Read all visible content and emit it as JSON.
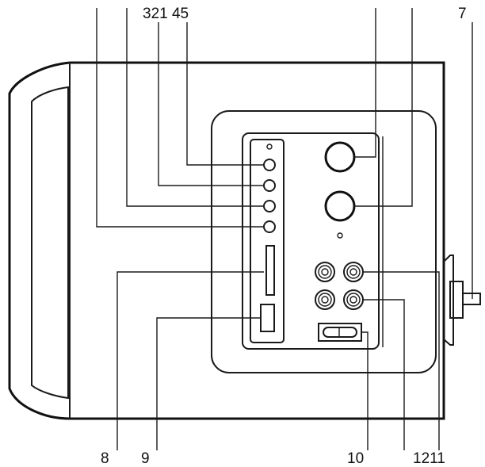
{
  "labels": {
    "top_cluster": "321 45",
    "top_right": "7",
    "bottom_8": "8",
    "bottom_9": "9",
    "bottom_10": "10",
    "bottom_1211": "1211"
  },
  "colors": {
    "line": "#1a1a1a",
    "background": "#ffffff"
  }
}
